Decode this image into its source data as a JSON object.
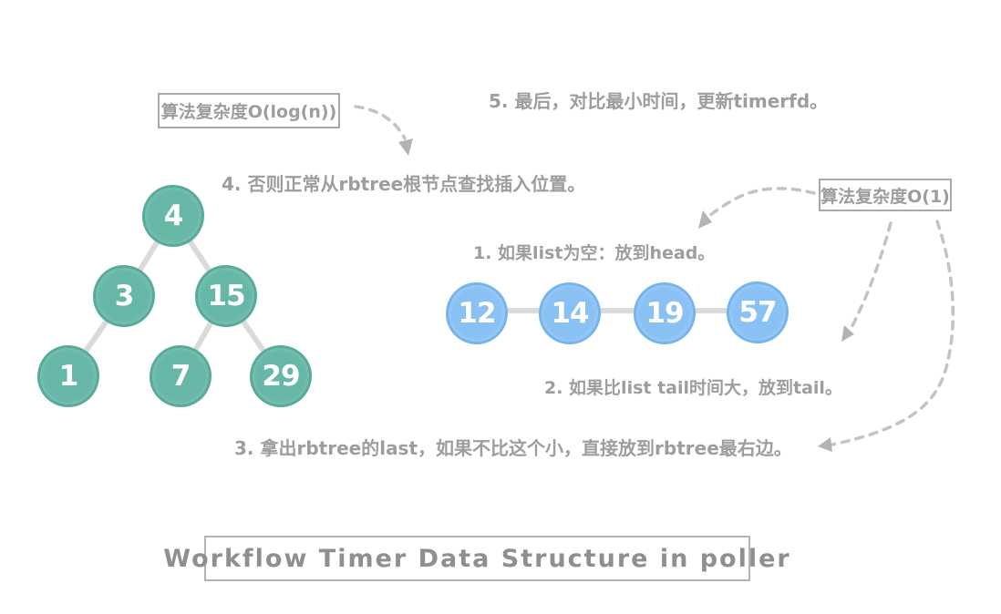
{
  "title_box": {
    "label": "Workflow Timer Data Structure in poller"
  },
  "complexity_labels": {
    "rbtree": "算法复杂度O(log(n))",
    "list": "算法复杂度O(1)"
  },
  "annotations": {
    "step1": "1. 如果list为空：放到head。",
    "step2": "2. 如果比list tail时间大，放到tail。",
    "step3": "3. 拿出rbtree的last，如果不比这个小，直接放到rbtree最右边。",
    "step4": "4. 否则正常从rbtree根节点查找插入位置。",
    "step5": "5. 最后，对比最小时间，更新timerfd。"
  },
  "rbtree": {
    "nodes": [
      "4",
      "3",
      "15",
      "1",
      "7",
      "29"
    ]
  },
  "timer_list": {
    "nodes": [
      "12",
      "14",
      "19",
      "57"
    ]
  },
  "colors": {
    "tree_node": "#67b7a8",
    "list_node": "#89c1f4",
    "edge": "#dadada",
    "arrow": "#c3c3c3",
    "text": "#9d9d9d"
  }
}
